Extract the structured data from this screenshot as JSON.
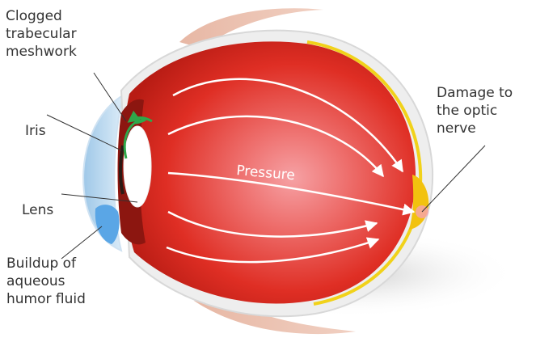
{
  "diagram": {
    "labels": {
      "clogged_line1": "Clogged",
      "clogged_line2": "trabecular",
      "clogged_line3": "meshwork",
      "iris": "Iris",
      "lens": "Lens",
      "buildup_line1": "Buildup of",
      "buildup_line2": "aqueous",
      "buildup_line3": "humor fluid",
      "damage_line1": "Damage to",
      "damage_line2": "the optic",
      "damage_line3": "nerve",
      "pressure": "Pressure"
    },
    "colors": {
      "eye_red": "#d9261c",
      "eye_highlight": "#f07e7a",
      "sclera_rim": "#ffffff",
      "retina_yellow": "#f1d21a",
      "cornea_blue": "#b9d8ee",
      "fluid_blue": "#5aa6e6",
      "flow_arrow_green": "#2ea84a",
      "label_text": "#333333"
    }
  }
}
